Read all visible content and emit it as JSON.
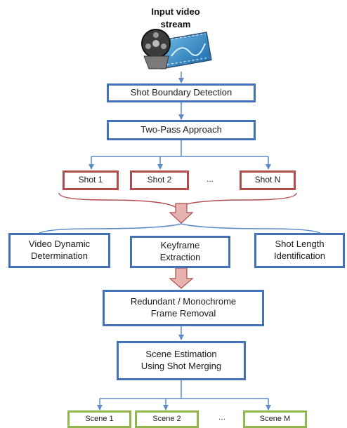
{
  "input_label": "Input video\nstream",
  "icon": "film-reel-icon",
  "colors": {
    "process_border": "#4472b8",
    "shot_border": "#b24c4a",
    "scene_border": "#8fb64c",
    "connector": "#5b8bc9",
    "merge_arrow_fill": "#e6b3b0",
    "merge_arrow_stroke": "#b24c4a"
  },
  "steps": {
    "shot_boundary": "Shot Boundary Detection",
    "two_pass": "Two-Pass Approach",
    "video_dynamic": "Video Dynamic\nDetermination",
    "keyframe": "Keyframe\nExtraction",
    "shot_length": "Shot Length\nIdentification",
    "redundant": "Redundant / Monochrome\nFrame Removal",
    "scene_estimation": "Scene Estimation\nUsing Shot Merging"
  },
  "shots": [
    "Shot 1",
    "Shot 2",
    "Shot N"
  ],
  "shots_ellipsis": "...",
  "scenes": [
    "Scene 1",
    "Scene 2",
    "Scene M"
  ],
  "scenes_ellipsis": "..."
}
